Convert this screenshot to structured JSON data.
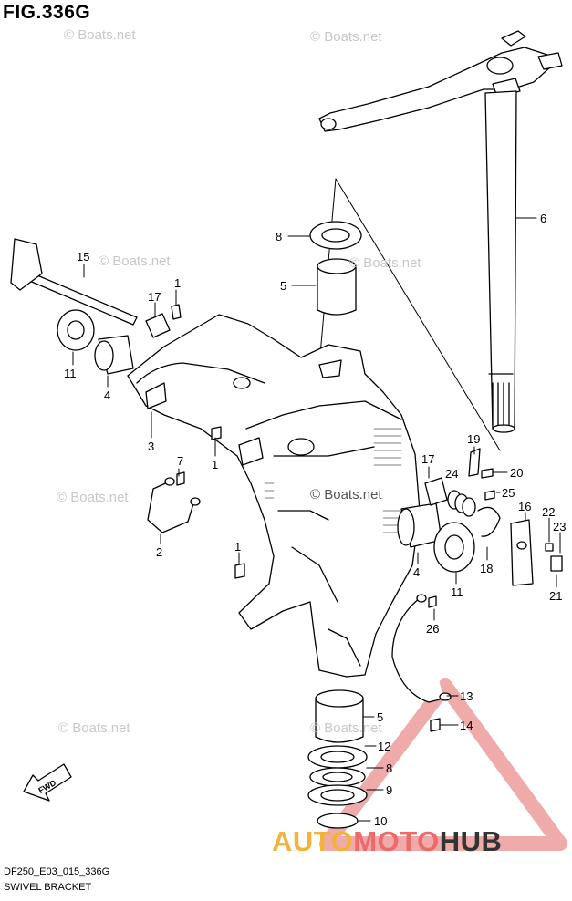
{
  "figure": {
    "title": "FIG.336G",
    "code": "DF250_E03_015_336G",
    "name": "SWIVEL BRACKET"
  },
  "watermark": "© Boats.net",
  "logo": {
    "part1": "AUTO",
    "part2": "MOTO",
    "part3": "HUB"
  },
  "fwd_label": "FWD",
  "callouts": [
    "1",
    "1",
    "1",
    "2",
    "3",
    "4",
    "4",
    "5",
    "5",
    "6",
    "7",
    "8",
    "8",
    "9",
    "10",
    "11",
    "11",
    "12",
    "13",
    "14",
    "15",
    "16",
    "17",
    "17",
    "18",
    "19",
    "20",
    "21",
    "22",
    "23",
    "24",
    "25",
    "26"
  ]
}
